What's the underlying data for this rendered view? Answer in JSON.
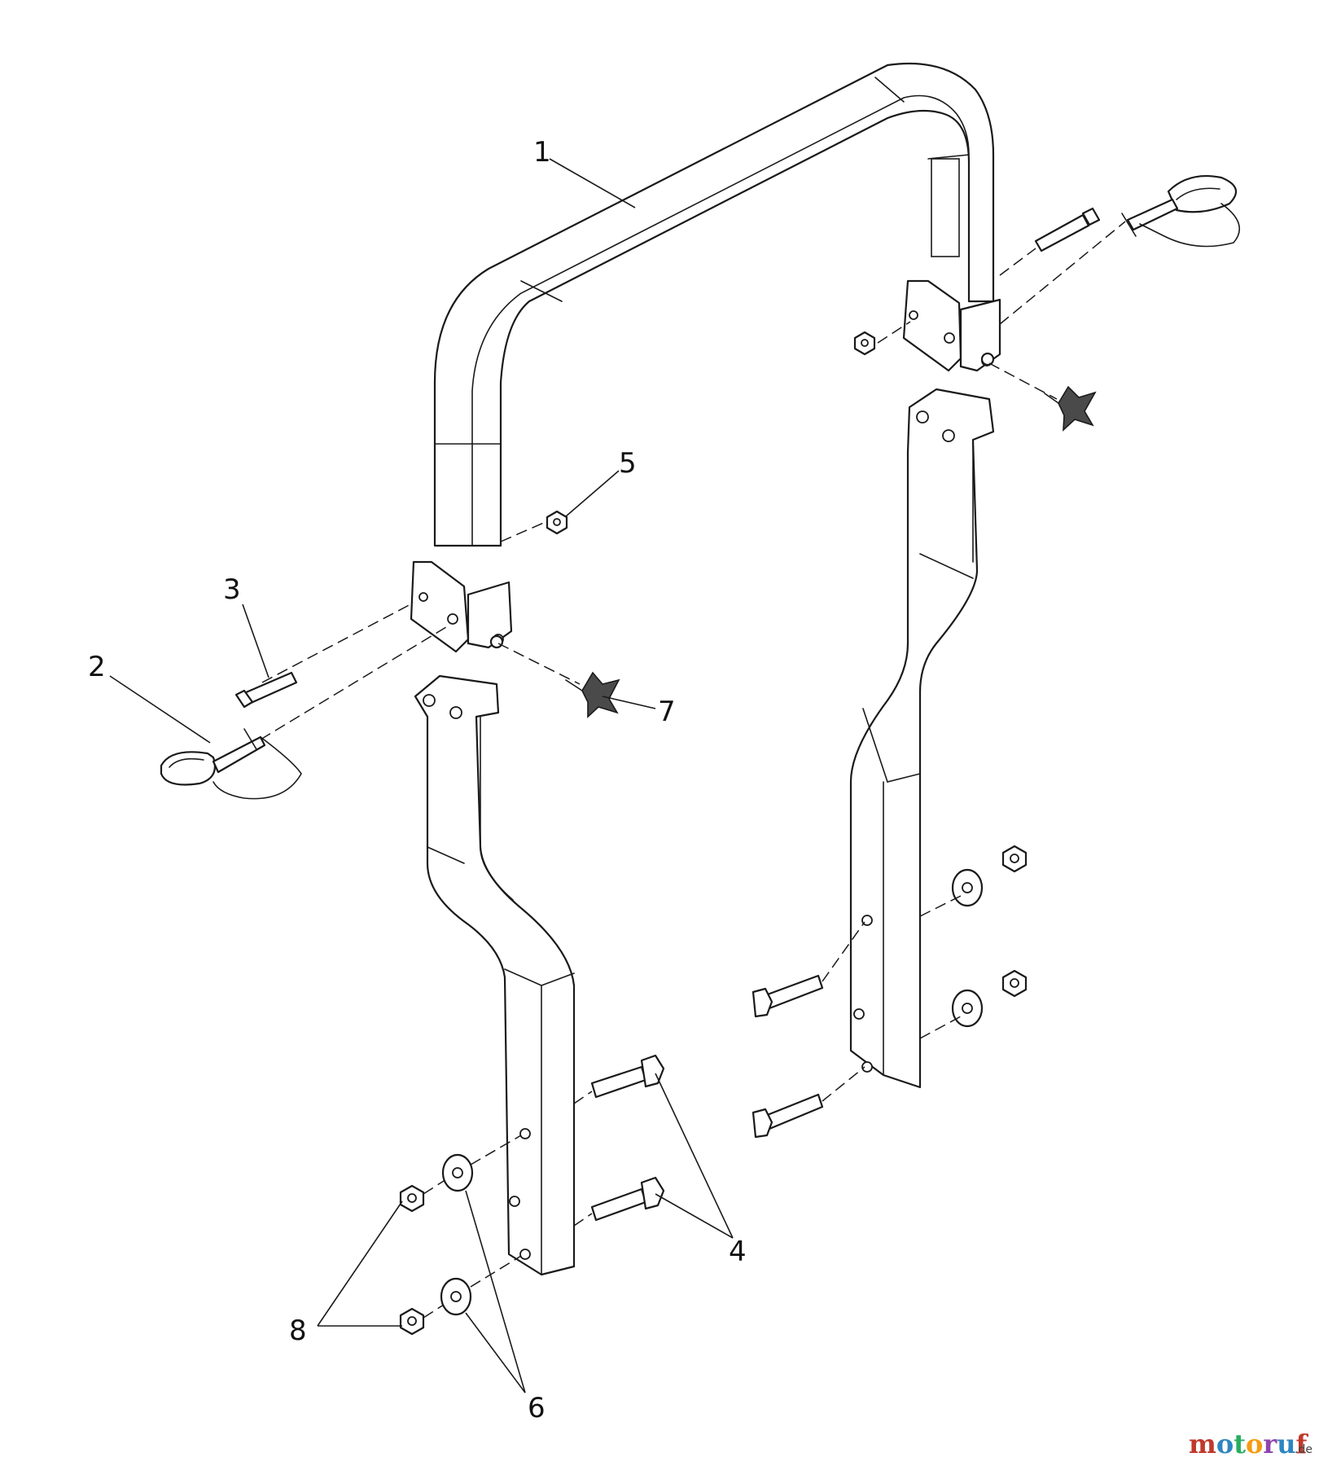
{
  "callouts": [
    {
      "id": "1",
      "text": "1"
    },
    {
      "id": "2",
      "text": "2"
    },
    {
      "id": "3",
      "text": "3"
    },
    {
      "id": "4",
      "text": "4"
    },
    {
      "id": "5",
      "text": "5"
    },
    {
      "id": "6",
      "text": "6"
    },
    {
      "id": "7",
      "text": "7"
    },
    {
      "id": "8",
      "text": "8"
    }
  ],
  "watermark": {
    "letters": [
      "m",
      "o",
      "t",
      "o",
      "r",
      "u",
      "f"
    ],
    "letter_colors": [
      "#c0392b",
      "#2e86c1",
      "#27ae60",
      "#f39c12",
      "#8e44ad",
      "#2e86c1",
      "#c0392b"
    ],
    "suffix": ".de"
  }
}
